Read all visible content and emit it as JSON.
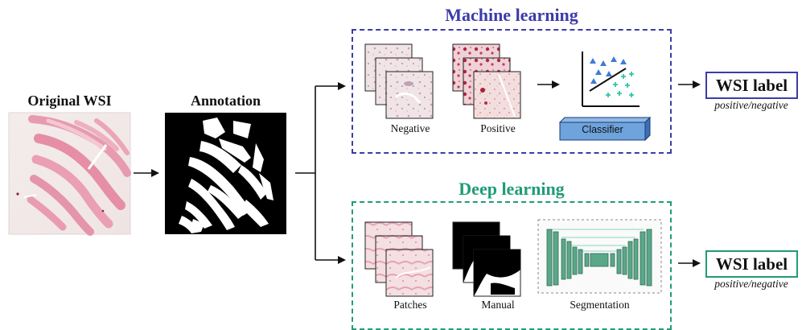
{
  "left": {
    "original_title": "Original WSI",
    "annotation_title": "Annotation"
  },
  "ml": {
    "title": "Machine learning",
    "color": "#3c3ca8",
    "negative_label": "Negative",
    "positive_label": "Positive",
    "classifier_label": "Classifier",
    "output_label": "WSI label",
    "output_sub": "positive/negative"
  },
  "dl": {
    "title": "Deep learning",
    "color": "#1f9c77",
    "patches_label": "Patches",
    "manual_label": "Manual",
    "segmentation_label": "Segmentation",
    "output_label": "WSI label",
    "output_sub": "positive/negative"
  }
}
